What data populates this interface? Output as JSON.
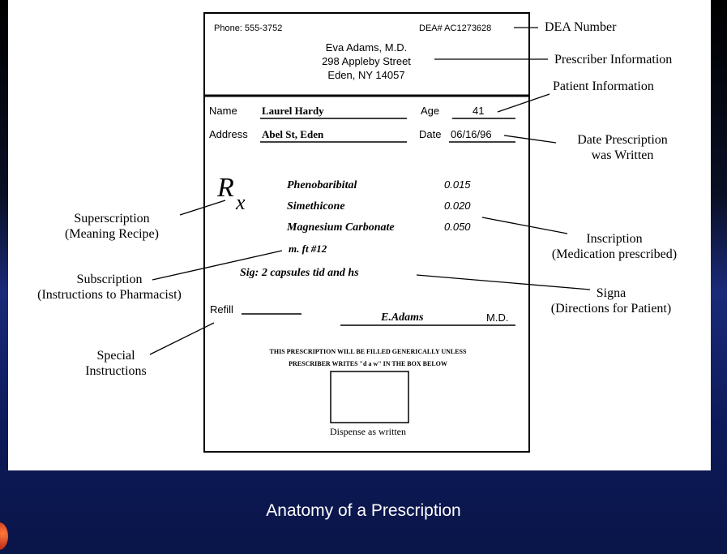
{
  "prescription": {
    "phone": "Phone: 555-3752",
    "dea_number": "DEA# AC1273628",
    "prescriber_name": "Eva Adams, M.D.",
    "prescriber_street": "298 Appleby Street",
    "prescriber_city": "Eden, NY 14057",
    "name_label": "Name",
    "name_value": "Laurel Hardy",
    "age_label": "Age",
    "age_value": "41",
    "address_label": "Address",
    "address_value": "Abel St, Eden",
    "date_label": "Date",
    "date_value": "06/16/96",
    "rx_symbol": "Rx",
    "medications": [
      {
        "name": "Phenobaribital",
        "dose": "0.015"
      },
      {
        "name": "Simethicone",
        "dose": "0.020"
      },
      {
        "name": "Magnesium Carbonate",
        "dose": "0.050"
      }
    ],
    "subscription_text": "m. ft #12",
    "signa_text": "Sig: 2 capsules tid and hs",
    "refill_label": "Refill",
    "signature": "E.Adams",
    "md_label": "M.D.",
    "generic_notice_line1": "THIS PRESCRIPTION WILL BE FILLED GENERICALLY UNLESS",
    "generic_notice_line2": "PRESCRIBER WRITES \"d a w\" IN THE BOX BELOW",
    "daw_label": "Dispense as written"
  },
  "callouts": {
    "dea": "DEA Number",
    "prescriber": "Prescriber Information",
    "patient": "Patient Information",
    "date_line1": "Date Prescription",
    "date_line2": "was Written",
    "superscription_line1": "Superscription",
    "superscription_line2": "(Meaning Recipe)",
    "inscription_line1": "Inscription",
    "inscription_line2": "(Medication prescribed)",
    "subscription_line1": "Subscription",
    "subscription_line2": "(Instructions to Pharmacist)",
    "signa_line1": "Signa",
    "signa_line2": "(Directions for Patient)",
    "special_line1": "Special",
    "special_line2": "Instructions"
  },
  "caption": "Anatomy of a Prescription"
}
